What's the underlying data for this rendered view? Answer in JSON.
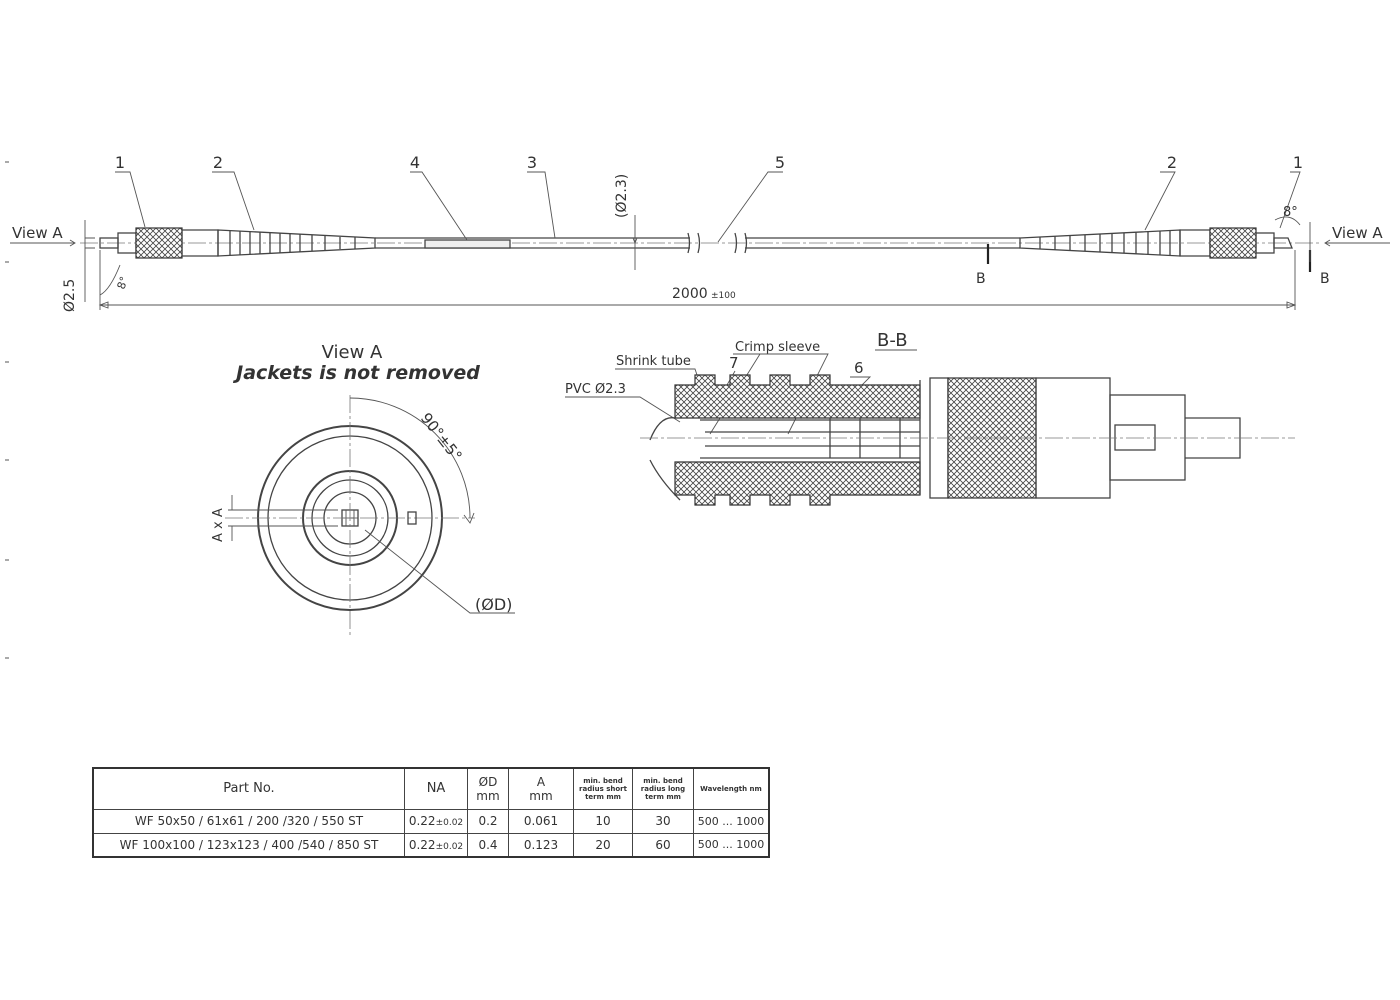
{
  "overview": {
    "callouts_left": [
      "1",
      "2",
      "4",
      "3"
    ],
    "callout_5": "5",
    "callouts_right": [
      "2",
      "1"
    ],
    "view_a_left": "View A",
    "view_a_right": "View A",
    "dia_2_5": "Ø2.5",
    "dia_2_3": "(Ø2.3)",
    "angle_8_left": "8°",
    "angle_8_right": "8°",
    "section_mark_left": "B",
    "section_mark_right": "B",
    "length": "2000",
    "length_tol": "±100"
  },
  "view_a": {
    "title": "View A",
    "subtitle": "Jackets is not removed",
    "angle": "90°±5°",
    "axa": "A x A",
    "diameter": "(ØD)"
  },
  "section": {
    "title": "B-B",
    "crimp_sleeve": "Crimp sleeve",
    "shrink_tube": "Shrink tube",
    "pvc": "PVC Ø2.3",
    "callout_7": "7",
    "callout_6": "6"
  },
  "table": {
    "headers": {
      "part_no": "Part No.",
      "na": "NA",
      "d": "ØD",
      "d_unit": "mm",
      "a": "A",
      "a_unit": "mm",
      "bend_short": "min. bend radius short term mm",
      "bend_long": "min. bend radius long term mm",
      "wavelength": "Wavelength nm"
    },
    "rows": [
      {
        "part_no": "WF 50x50 / 61x61 / 200 /320 / 550 ST",
        "na": "0.22",
        "na_tol": "±0.02",
        "d": "0.2",
        "a": "0.061",
        "bend_short": "10",
        "bend_long": "30",
        "wavelength": "500 ... 1000"
      },
      {
        "part_no": "WF 100x100 / 123x123 / 400 /540 / 850 ST",
        "na": "0.22",
        "na_tol": "±0.02",
        "d": "0.4",
        "a": "0.123",
        "bend_short": "20",
        "bend_long": "60",
        "wavelength": "500 ... 1000"
      }
    ]
  }
}
